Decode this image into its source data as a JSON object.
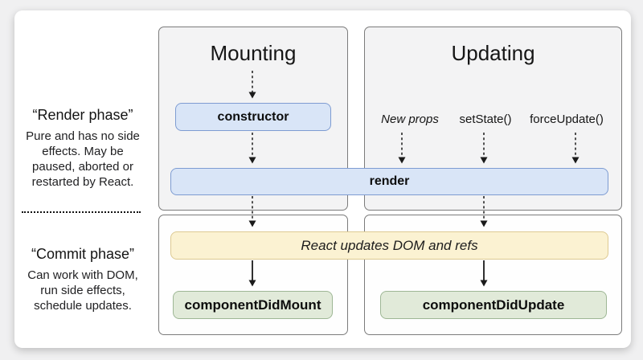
{
  "left_panel": {
    "render_phase": {
      "title": "“Render phase”",
      "lines": [
        "Pure and has no side",
        "effects. May be",
        "paused, aborted or",
        "restarted by React."
      ]
    },
    "commit_phase": {
      "title": "“Commit phase”",
      "lines": [
        "Can work with DOM,",
        "run side effects,",
        "schedule updates."
      ]
    }
  },
  "columns": {
    "mounting": {
      "title": "Mounting"
    },
    "updating": {
      "title": "Updating",
      "triggers": [
        "New props",
        "setState()",
        "forceUpdate()"
      ]
    }
  },
  "nodes": {
    "constructor": "constructor",
    "render": "render",
    "react_updates": "React updates DOM and refs",
    "component_did_mount": "componentDidMount",
    "component_did_update": "componentDidUpdate"
  },
  "colors": {
    "page_background": "#f0f0f1",
    "card_background": "#ffffff",
    "panel_top_background": "#f3f3f4",
    "panel_bottom_background": "#fefefe",
    "panel_border": "#7b7b7b",
    "node_blue_fill": "#d9e5f7",
    "node_blue_border": "#7e9cd2",
    "node_yellow_fill": "#fbf2d2",
    "node_yellow_border": "#ddca92",
    "node_green_fill": "#e1ead9",
    "node_green_border": "#9eb795",
    "arrow": "#1a1a1a"
  }
}
